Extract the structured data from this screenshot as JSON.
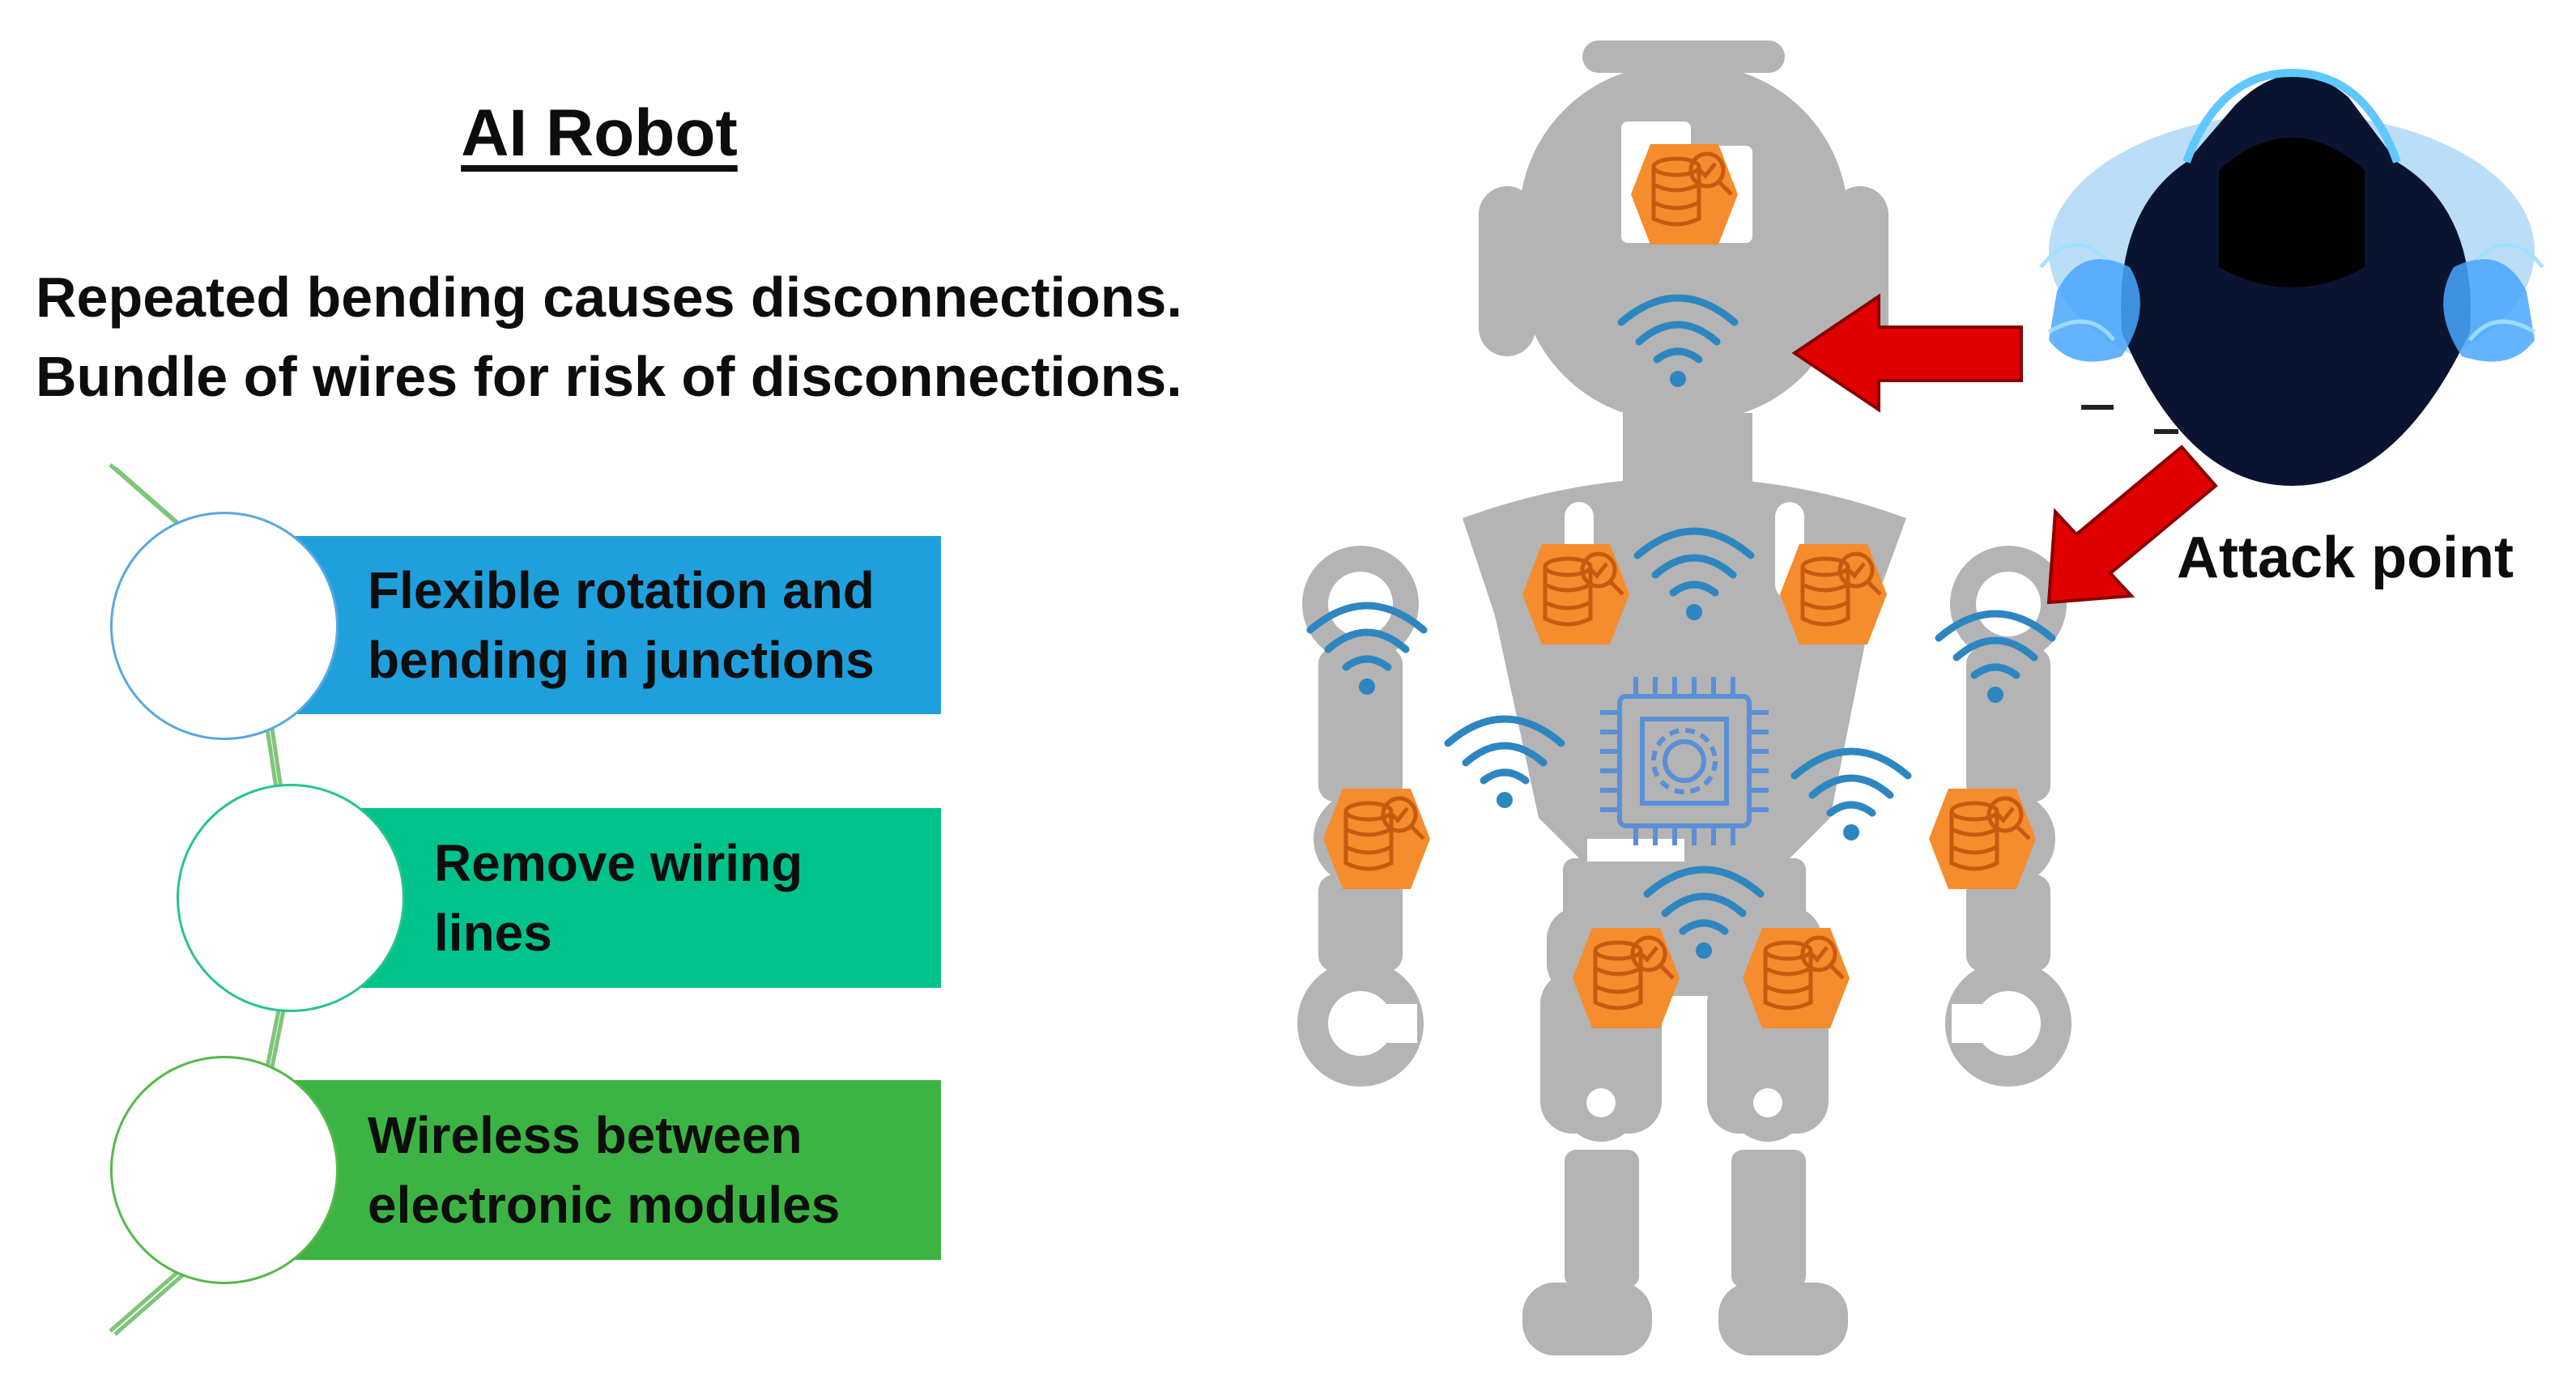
{
  "title": "AI Robot",
  "subtitle": {
    "line1": "Repeated bending causes disconnections.",
    "line2": "Bundle of wires for risk of disconnections."
  },
  "steps": [
    {
      "line1": "Flexible rotation and",
      "line2": "bending in junctions",
      "color": "#1fa0dc"
    },
    {
      "line1": "Remove wiring",
      "line2": "lines",
      "color": "#00c38c"
    },
    {
      "line1": "Wireless between",
      "line2": "electronic modules",
      "color": "#3cb443"
    }
  ],
  "attack_label": "Attack point",
  "icons": [
    "wifi-icon",
    "database-icon",
    "processor-icon",
    "hacker-icon",
    "arrow-icon"
  ],
  "colors": {
    "robot": "#b4b4b4",
    "module": "#f58c2d",
    "wifi": "#2e86c1",
    "arrow": "#e00000",
    "processor": "#5b8fd6"
  }
}
